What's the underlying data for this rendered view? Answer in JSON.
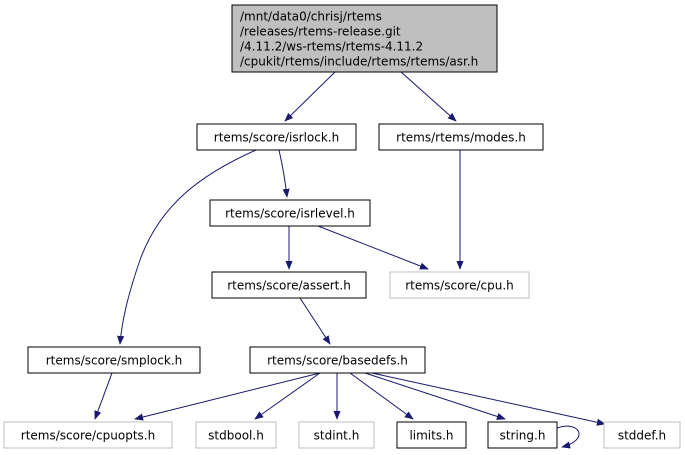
{
  "colors": {
    "edge": "#191970",
    "border": "#000000",
    "root_fill": "#bfbfbf",
    "missing_border": "#bfbfbf",
    "node_fill": "#ffffff"
  },
  "nodes": [
    {
      "id": "asr",
      "lines": [
        "/mnt/data0/chrisj/rtems",
        "/releases/rtems-release.git",
        "/4.11.2/ws-rtems/rtems-4.11.2",
        "/cpukit/rtems/include/rtems/rtems/asr.h"
      ],
      "style": "root"
    },
    {
      "id": "isrlock",
      "lines": [
        "rtems/score/isrlock.h"
      ],
      "style": "normal"
    },
    {
      "id": "modes",
      "lines": [
        "rtems/rtems/modes.h"
      ],
      "style": "normal"
    },
    {
      "id": "isrlevel",
      "lines": [
        "rtems/score/isrlevel.h"
      ],
      "style": "normal"
    },
    {
      "id": "assert",
      "lines": [
        "rtems/score/assert.h"
      ],
      "style": "normal"
    },
    {
      "id": "cpu",
      "lines": [
        "rtems/score/cpu.h"
      ],
      "style": "missing"
    },
    {
      "id": "smplock",
      "lines": [
        "rtems/score/smplock.h"
      ],
      "style": "normal"
    },
    {
      "id": "basedefs",
      "lines": [
        "rtems/score/basedefs.h"
      ],
      "style": "normal"
    },
    {
      "id": "cpuopts",
      "lines": [
        "rtems/score/cpuopts.h"
      ],
      "style": "missing"
    },
    {
      "id": "stdbool",
      "lines": [
        "stdbool.h"
      ],
      "style": "missing"
    },
    {
      "id": "stdint",
      "lines": [
        "stdint.h"
      ],
      "style": "missing"
    },
    {
      "id": "limits",
      "lines": [
        "limits.h"
      ],
      "style": "normal"
    },
    {
      "id": "string",
      "lines": [
        "string.h"
      ],
      "style": "normal"
    },
    {
      "id": "stddef",
      "lines": [
        "stddef.h"
      ],
      "style": "missing"
    }
  ],
  "edges": [
    {
      "from": "asr",
      "to": "isrlock"
    },
    {
      "from": "asr",
      "to": "modes"
    },
    {
      "from": "isrlock",
      "to": "isrlevel"
    },
    {
      "from": "isrlock",
      "to": "smplock"
    },
    {
      "from": "modes",
      "to": "cpu"
    },
    {
      "from": "isrlevel",
      "to": "assert"
    },
    {
      "from": "isrlevel",
      "to": "cpu"
    },
    {
      "from": "assert",
      "to": "basedefs"
    },
    {
      "from": "smplock",
      "to": "cpuopts"
    },
    {
      "from": "basedefs",
      "to": "cpuopts"
    },
    {
      "from": "basedefs",
      "to": "stdbool"
    },
    {
      "from": "basedefs",
      "to": "stdint"
    },
    {
      "from": "basedefs",
      "to": "limits"
    },
    {
      "from": "basedefs",
      "to": "string"
    },
    {
      "from": "basedefs",
      "to": "stddef"
    },
    {
      "from": "string",
      "to": "string"
    }
  ]
}
